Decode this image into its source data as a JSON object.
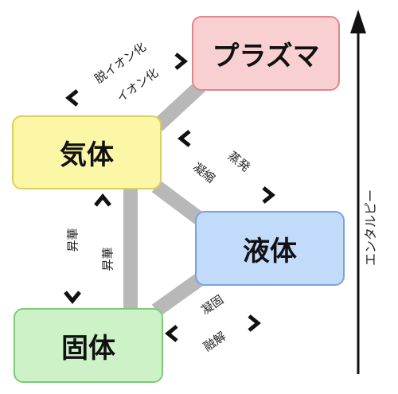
{
  "states": {
    "plasma": "プラズマ",
    "gas": "気体",
    "liquid": "液体",
    "solid": "固体"
  },
  "transitions": {
    "deionization": "脱イオン化",
    "ionization": "イオン化",
    "evaporation": "蒸発",
    "condensation": "凝縮",
    "sublimation_up": "昇華",
    "sublimation_down": "昇華",
    "solidification": "凝固",
    "melting": "融解"
  },
  "axis": {
    "label": "エンタルピー"
  },
  "colors": {
    "plasma_fill": "#f9d0d2",
    "plasma_border": "#e0868d",
    "gas_fill": "#fbf7a6",
    "gas_border": "#dccf5e",
    "liquid_fill": "#c3dbfa",
    "liquid_border": "#78a3dc",
    "solid_fill": "#cdf2c8",
    "solid_border": "#7dc97a",
    "connector": "#b8b8b8",
    "arrow": "#111111"
  }
}
